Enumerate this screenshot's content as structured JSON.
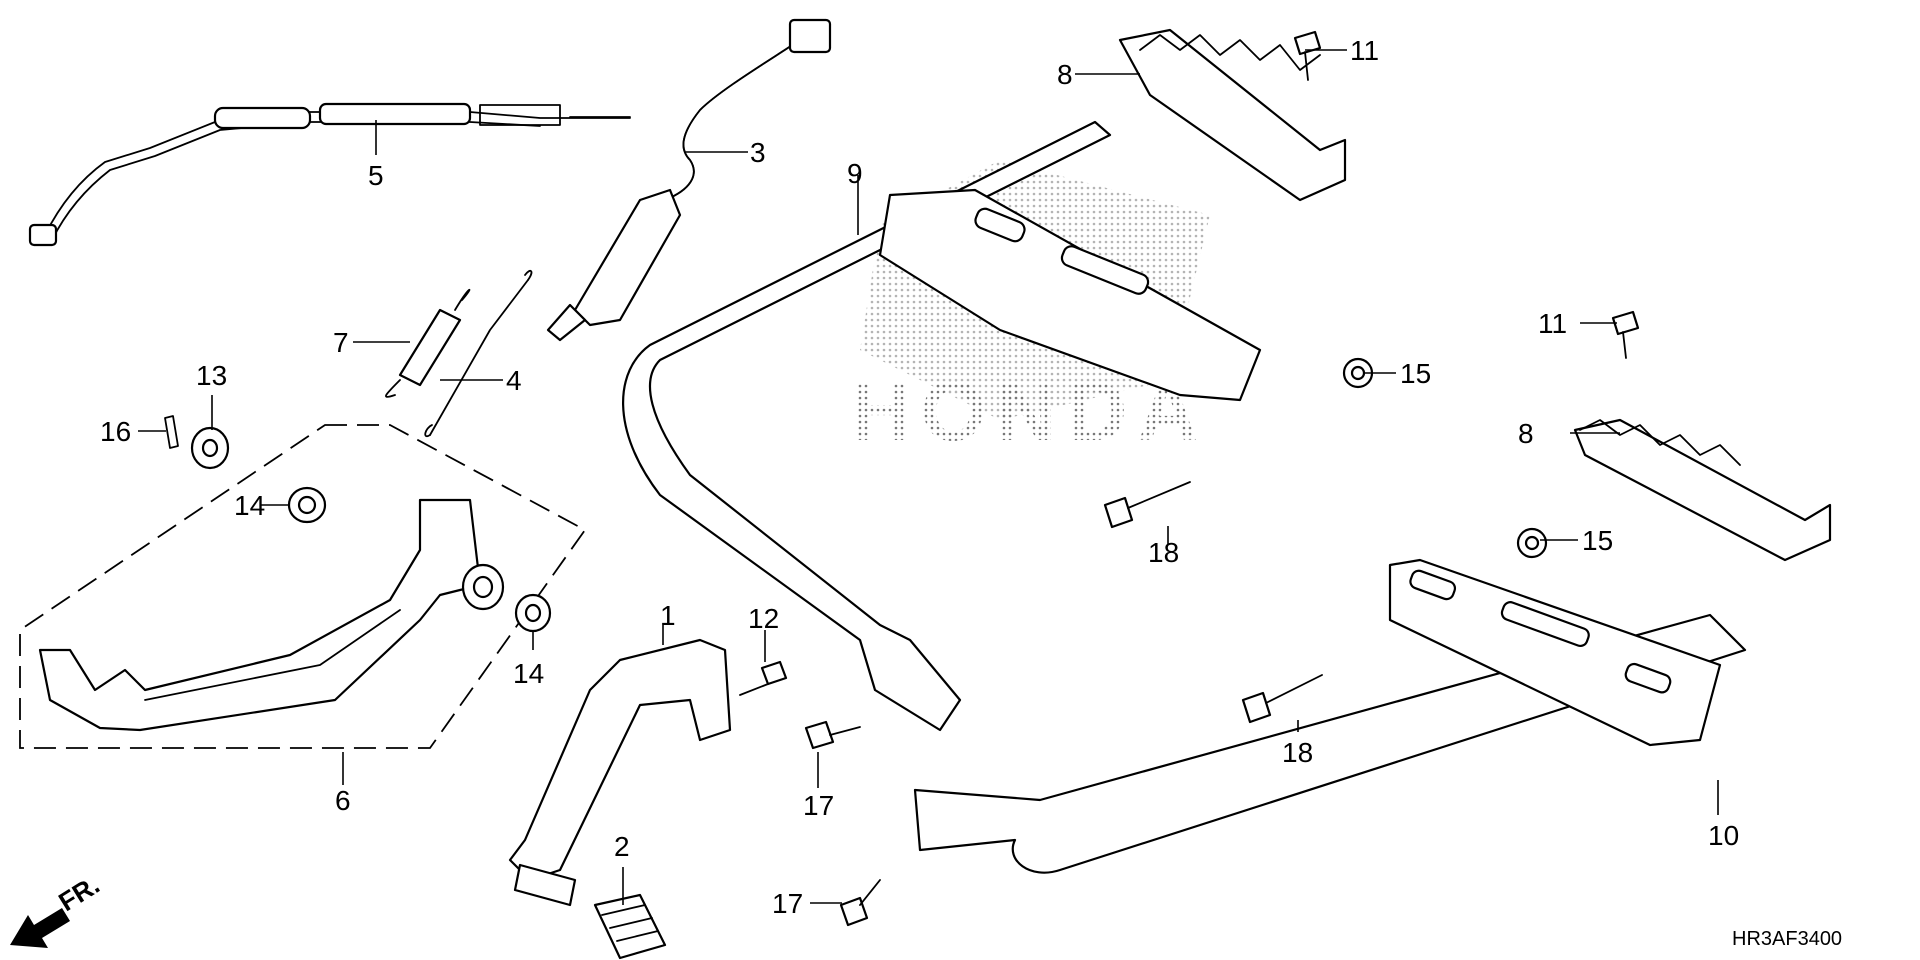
{
  "diagram": {
    "watermark": "HONDA",
    "diagram_code": "HR3AF3400",
    "front_label": "FR.",
    "callouts": {
      "c1": "1",
      "c2": "2",
      "c3": "3",
      "c4": "4",
      "c5": "5",
      "c6": "6",
      "c7": "7",
      "c8a": "8",
      "c8b": "8",
      "c9": "9",
      "c10": "10",
      "c11a": "11",
      "c11b": "11",
      "c12": "12",
      "c13": "13",
      "c14a": "14",
      "c14b": "14",
      "c15a": "15",
      "c15b": "15",
      "c16": "16",
      "c17a": "17",
      "c17b": "17",
      "c18a": "18",
      "c18b": "18"
    }
  }
}
